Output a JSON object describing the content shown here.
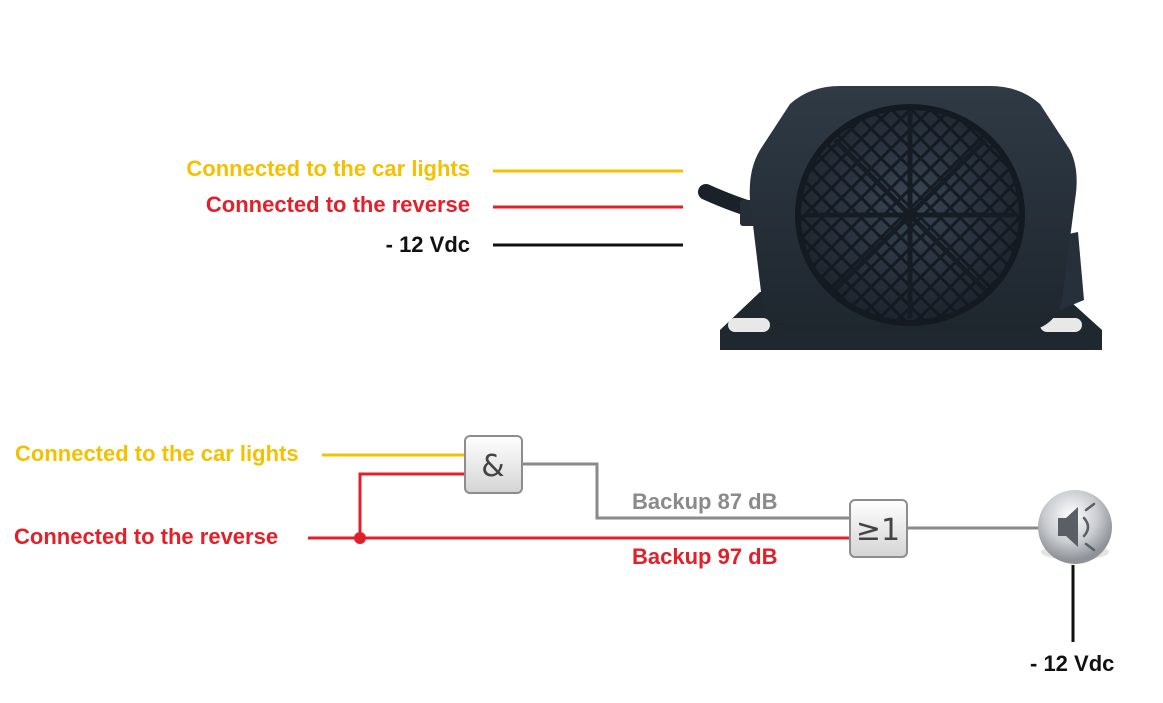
{
  "top": {
    "label_lights": "Connected to the car lights",
    "label_reverse": "Connected to the reverse",
    "label_negative": "- 12 Vdc",
    "wire_colors": {
      "lights": "#f5c000",
      "reverse": "#e2202a",
      "negative": "#111111"
    }
  },
  "logic": {
    "label_lights": "Connected to the car lights",
    "label_reverse": "Connected to the reverse",
    "and_gate_symbol": "&",
    "or_gate_symbol": "≥1",
    "label_87": "Backup 87 dB",
    "label_97": "Backup 97 dB",
    "label_negative": "- 12 Vdc",
    "speaker_icon": "speaker-icon"
  }
}
